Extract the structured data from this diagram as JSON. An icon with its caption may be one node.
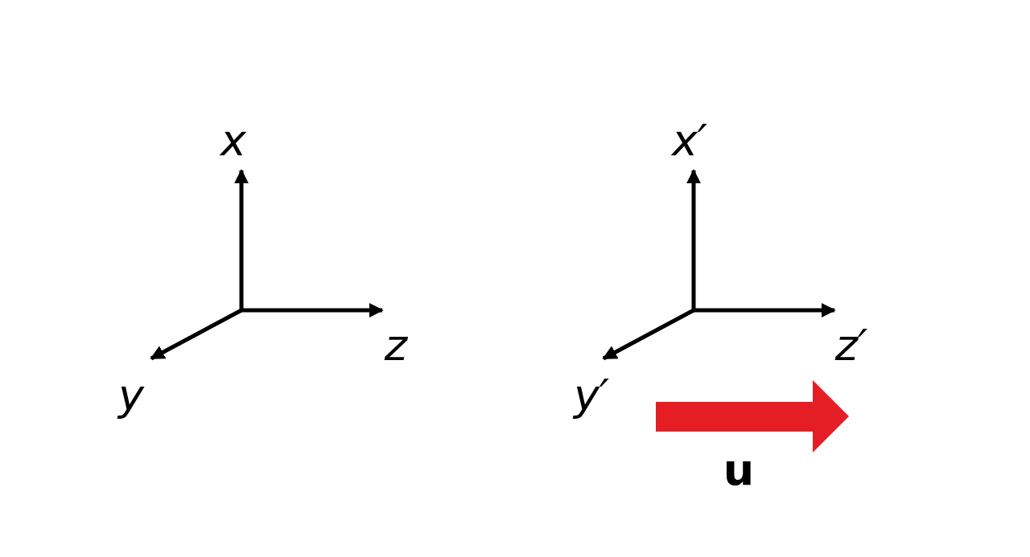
{
  "diagram": {
    "labels": [
      "x",
      "x′",
      "z",
      "z′",
      "y",
      "y′",
      "u"
    ]
  }
}
